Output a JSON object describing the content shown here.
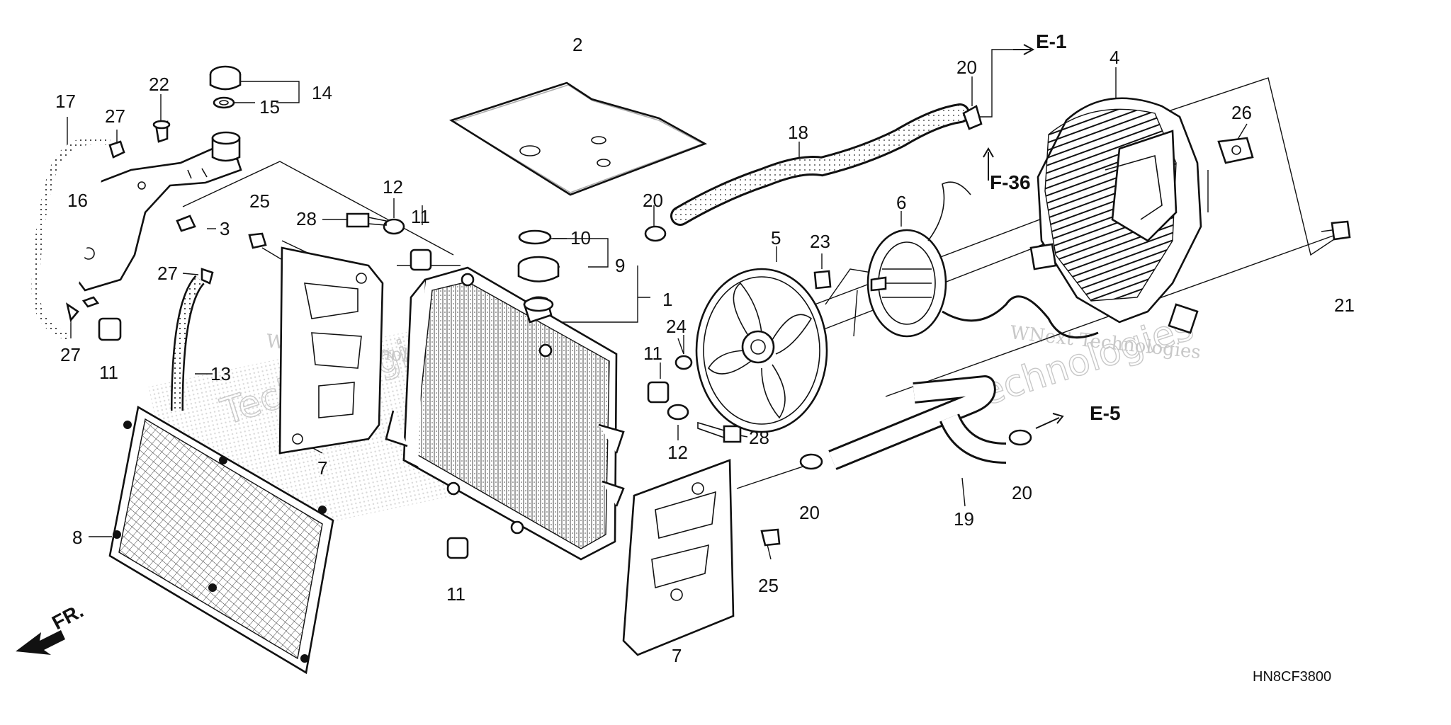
{
  "diagram": {
    "part_code": "HN8CF3800",
    "front_label": "FR.",
    "refs": {
      "e1": "E-1",
      "f36": "F-36",
      "e5": "E-5"
    },
    "watermark": {
      "line1": "WNext Technologies",
      "line2": "Technologies",
      "line3": "Technologies"
    },
    "callouts": {
      "c1": "1",
      "c2": "2",
      "c3": "3",
      "c4": "4",
      "c5": "5",
      "c6": "6",
      "c7a": "7",
      "c7b": "7",
      "c8": "8",
      "c9": "9",
      "c10": "10",
      "c11a": "11",
      "c11b": "11",
      "c11c": "11",
      "c11d": "11",
      "c12a": "12",
      "c12b": "12",
      "c13": "13",
      "c14": "14",
      "c15": "15",
      "c16": "16",
      "c17": "17",
      "c18": "18",
      "c19": "19",
      "c20a": "20",
      "c20b": "20",
      "c20c": "20",
      "c20d": "20",
      "c21": "21",
      "c22": "22",
      "c23": "23",
      "c24": "24",
      "c25a": "25",
      "c25b": "25",
      "c26": "26",
      "c27a": "27",
      "c27b": "27",
      "c27c": "27",
      "c28a": "28",
      "c28b": "28"
    }
  }
}
